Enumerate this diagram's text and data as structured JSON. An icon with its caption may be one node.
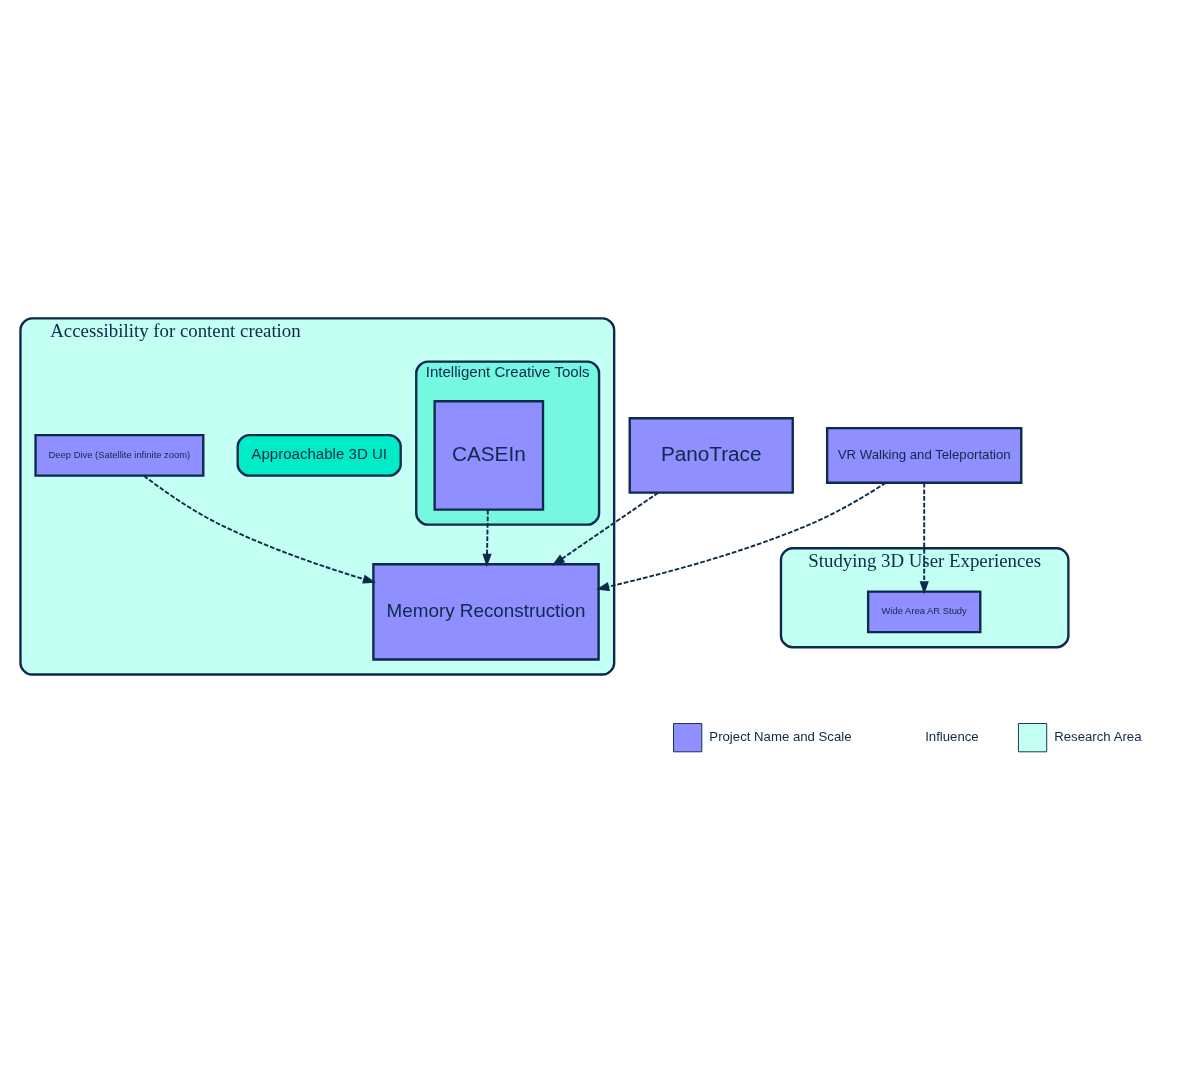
{
  "diagram": {
    "nodes": [
      {
        "text": [
          "Accessibility for content creation"
        ]
      },
      {
        "text": [
          "Intelligent Creative Tools"
        ],
        "in": 0
      },
      {
        "text": [
          "Approachable 3D UI"
        ],
        "in": 0
      },
      {
        "text": [
          "Studying 3D User Experiences"
        ]
      },
      {
        "text": [
          "CASEIn"
        ],
        "in": 1
      },
      {
        "text": [
          "Deep Dive (Satellite infinite zoom)"
        ],
        "in": 0
      },
      {
        "text": [
          "PanoTrace"
        ]
      },
      {
        "text": [
          "VR Walking and Teleportation"
        ]
      },
      {
        "text": [
          "Memory Reconstruction"
        ],
        "in": 0
      },
      {
        "text": [
          "Wide Area AR Study"
        ],
        "in": 3
      }
    ],
    "edges": [
      {
        "from": 4,
        "to": 8,
        "arrow": "to",
        "style": "dashed"
      },
      {
        "from": 5,
        "to": 8,
        "arrow": "to",
        "style": "dashed"
      },
      {
        "from": 6,
        "to": 8,
        "arrow": "to",
        "style": "dashed"
      },
      {
        "from": 7,
        "to": 8,
        "arrow": "to",
        "style": "dashed"
      },
      {
        "from": 7,
        "to": 9,
        "arrow": "to",
        "style": "dashed"
      }
    ],
    "legend": [
      {
        "text": "Project Name and Scale",
        "color": "#8f8fff"
      },
      {
        "text": "Influence"
      },
      {
        "text": "Research Area",
        "color": "#c3fff3"
      }
    ]
  }
}
